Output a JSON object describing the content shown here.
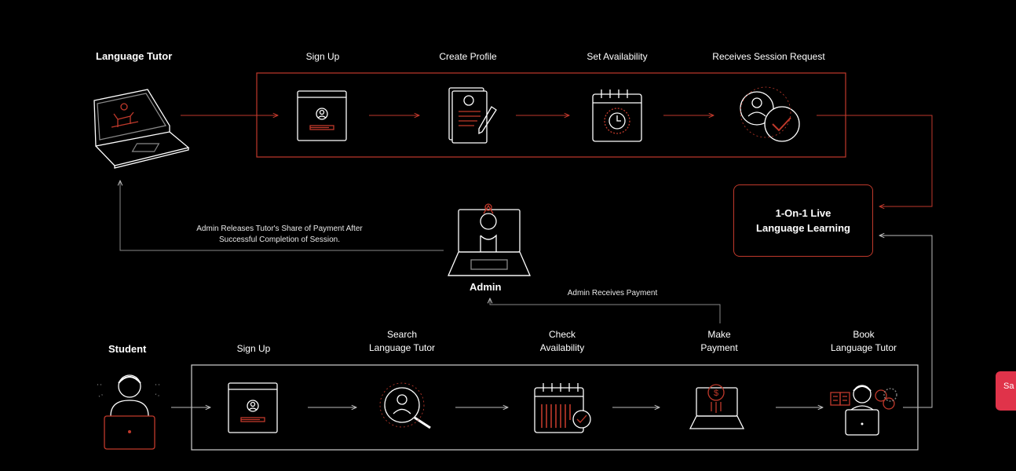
{
  "tutor": {
    "actor_label": "Language Tutor",
    "steps": [
      "Sign Up",
      "Create Profile",
      "Set Availability",
      "Receives Session Request"
    ]
  },
  "center": {
    "line1": "1-On-1 Live",
    "line2": "Language Learning"
  },
  "admin": {
    "label": "Admin",
    "release_line1": "Admin Releases Tutor's Share of Payment After",
    "release_line2": "Successful Completion of Session.",
    "receives_payment": "Admin Receives Payment"
  },
  "student": {
    "actor_label": "Student",
    "steps": [
      {
        "line1": "Sign Up",
        "line2": ""
      },
      {
        "line1": "Search",
        "line2": "Language Tutor"
      },
      {
        "line1": "Check",
        "line2": "Availability"
      },
      {
        "line1": "Make",
        "line2": "Payment"
      },
      {
        "line1": "Book",
        "line2": "Language Tutor"
      }
    ]
  },
  "side_button": {
    "label": "Sa"
  },
  "colors": {
    "accent": "#c0392b",
    "line": "#ffffff",
    "background": "#000000"
  }
}
